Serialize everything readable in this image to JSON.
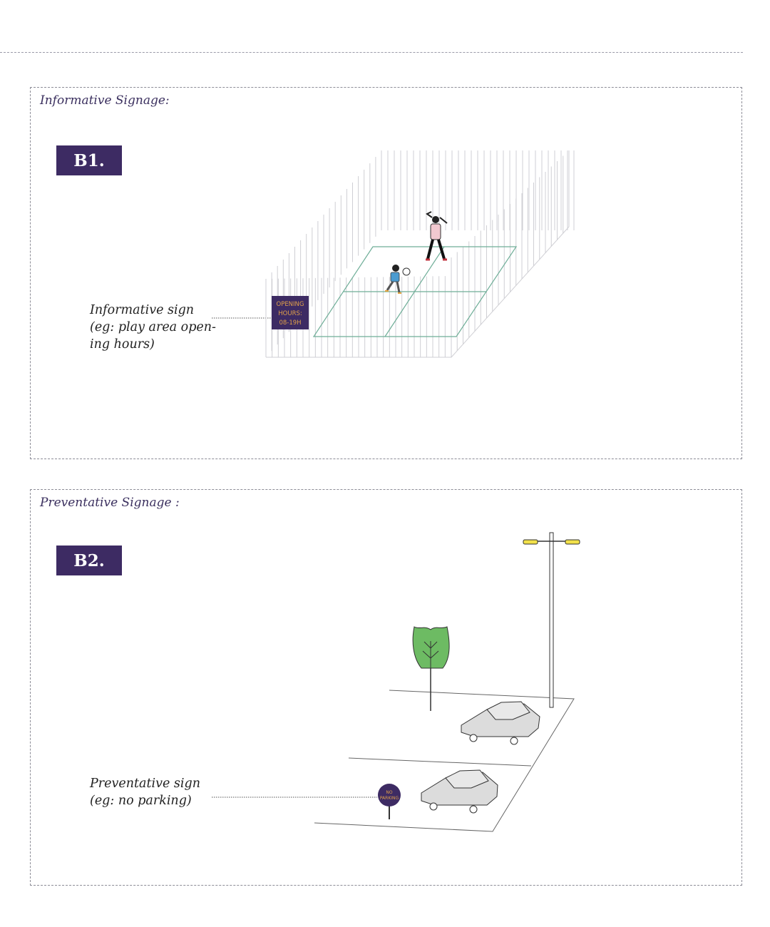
{
  "panels": [
    {
      "title": "Informative Signage:",
      "badge": "B1.",
      "callout_lines": [
        "Informative sign",
        "(eg: play area open-",
        "ing hours)"
      ],
      "sign_lines": [
        "OPENING",
        "HOURS:",
        "08-19H"
      ]
    },
    {
      "title": "Preventative Signage :",
      "badge": "B2.",
      "callout_lines": [
        "Preventative sign",
        "(eg: no parking)"
      ],
      "sign_lines": [
        "NO",
        "PARKING"
      ]
    }
  ],
  "colors": {
    "badge": "#3d2b63",
    "sign_text": "#e0a04a",
    "court_lines": "#6fae98",
    "tree": "#6dbb63",
    "lamp": "#f2e14a"
  }
}
